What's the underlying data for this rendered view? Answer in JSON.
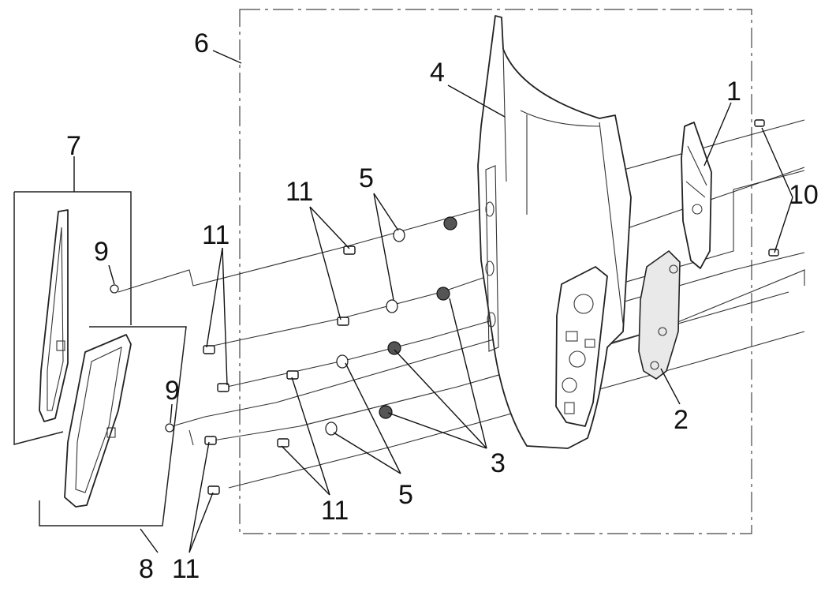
{
  "callouts": {
    "c1": "1",
    "c2": "2",
    "c3": "3",
    "c4": "4",
    "c5_top": "5",
    "c5_bottom": "5",
    "c6": "6",
    "c7": "7",
    "c8": "8",
    "c9_top": "9",
    "c9_bottom": "9",
    "c10": "10",
    "c11_top_left": "11",
    "c11_top_mid": "11",
    "c11_bottom_mid": "11",
    "c11_bottom_left": "11"
  }
}
